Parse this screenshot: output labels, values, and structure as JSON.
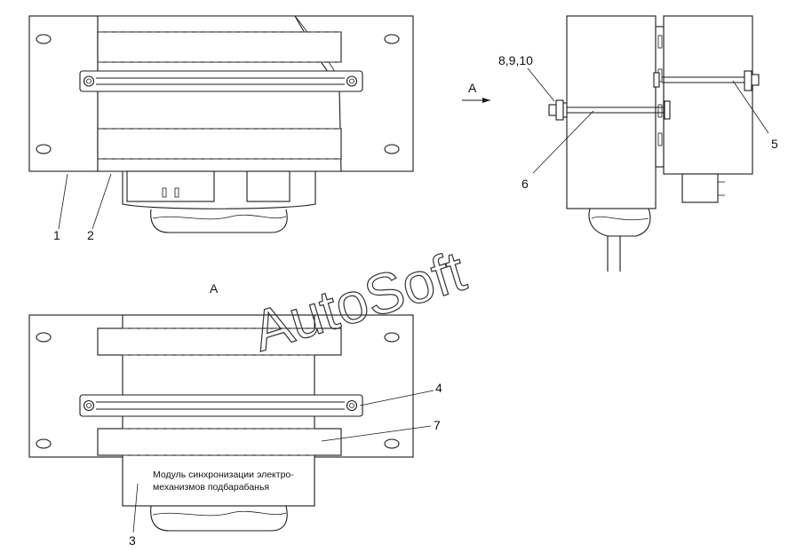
{
  "callouts": {
    "c1": "1",
    "c2": "2",
    "c3": "3",
    "c4": "4",
    "c5": "5",
    "c6": "6",
    "c7": "7",
    "c8910": "8,9,10"
  },
  "view_labels": {
    "arrow_a": "А",
    "view_a": "А"
  },
  "module_caption": {
    "line1": "Модуль синхронизации электро-",
    "line2": "механизмов подбарабанья"
  },
  "watermark": "AutoSoft"
}
